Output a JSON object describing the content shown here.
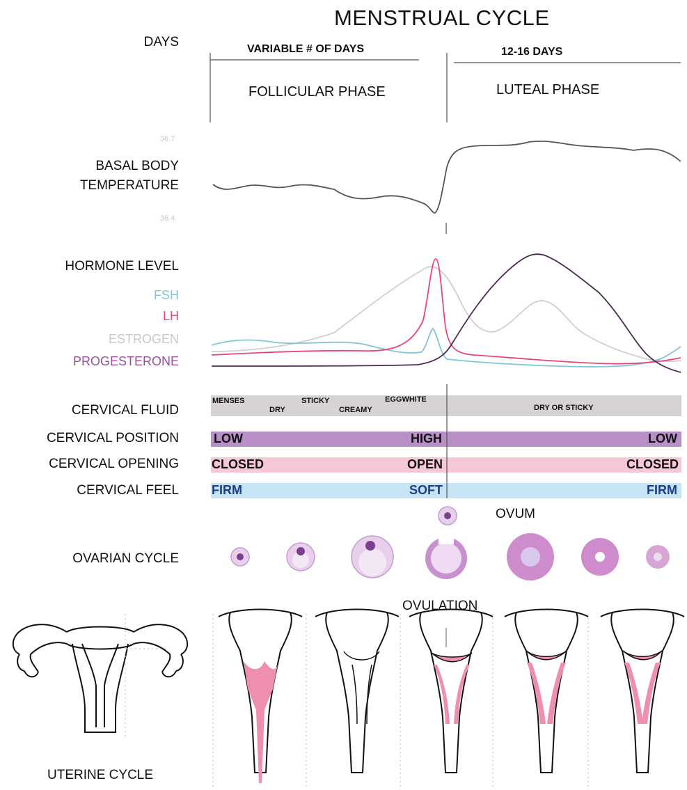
{
  "title": "MENSTRUAL CYCLE",
  "days_label": "DAYS",
  "header": {
    "follicular_days": "VARIABLE # OF DAYS",
    "luteal_days": "12-16 DAYS",
    "follicular_phase": "FOLLICULAR PHASE",
    "luteal_phase": "LUTEAL PHASE"
  },
  "temperature": {
    "label_line1": "BASAL BODY",
    "label_line2": "TEMPERATURE",
    "tick_high": "36.7",
    "tick_low": "36.4"
  },
  "hormones": {
    "label": "HORMONE LEVEL",
    "legend": [
      {
        "name": "FSH",
        "color": "#7fc6d9"
      },
      {
        "name": "LH",
        "color": "#e8457e"
      },
      {
        "name": "ESTROGEN",
        "color": "#c8c8c8"
      },
      {
        "name": "PROGESTERONE",
        "color": "#9a4f9e"
      }
    ]
  },
  "cervical": {
    "fluid_label": "CERVICAL FLUID",
    "position_label": "CERVICAL POSITION",
    "opening_label": "CERVICAL OPENING",
    "feel_label": "CERVICAL FEEL",
    "fluid_states": {
      "menses": "MENSES",
      "dry": "DRY",
      "sticky": "STICKY",
      "creamy": "CREAMY",
      "eggwhite": "EGGWHITE",
      "dry_or_sticky": "DRY OR STICKY"
    },
    "position": {
      "start": "LOW",
      "mid": "HIGH",
      "end": "LOW"
    },
    "opening": {
      "start": "CLOSED",
      "mid": "OPEN",
      "end": "CLOSED"
    },
    "feel": {
      "start": "FIRM",
      "mid": "SOFT",
      "end": "FIRM"
    },
    "colors": {
      "fluid": "#d6d3d2",
      "position": "#b98fc7",
      "opening": "#f6c8d8",
      "feel": "#c6e4f3"
    }
  },
  "ovarian": {
    "label": "OVARIAN CYCLE",
    "ovum_label": "OVUM",
    "ovulation_label": "OVULATION"
  },
  "uterine": {
    "label": "UTERINE CYCLE"
  }
}
